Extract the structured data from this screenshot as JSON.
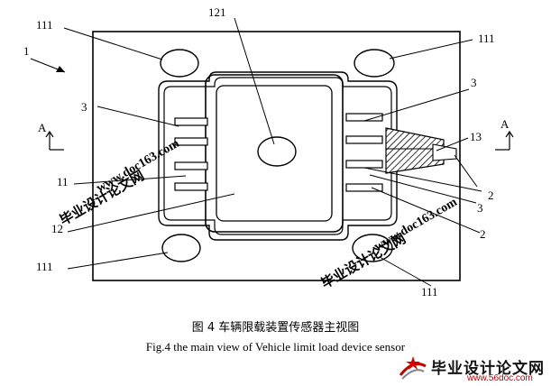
{
  "labels": {
    "l111_tl": "111",
    "l121": "121",
    "l111_tr": "111",
    "l1": "1",
    "l3_left": "3",
    "l3_right": "3",
    "lA_left": "A",
    "lA_right": "A",
    "l13": "13",
    "l11": "11",
    "l2_a": "2",
    "l3_b": "3",
    "l12": "12",
    "l2_b": "2",
    "l111_bl": "111",
    "l111_br": "111"
  },
  "watermarks": {
    "url": "www.doc163.com",
    "cn": "毕业设计论文网"
  },
  "caption": {
    "cn": "图 4 车辆限载装置传感器主视图",
    "en": "Fig.4 the main view of Vehicle limit  load device sensor"
  },
  "logo": {
    "cn": "毕业设计论文网",
    "url": "www.56doc.com"
  },
  "colors": {
    "watermark": "#d40000",
    "line": "#000000"
  }
}
